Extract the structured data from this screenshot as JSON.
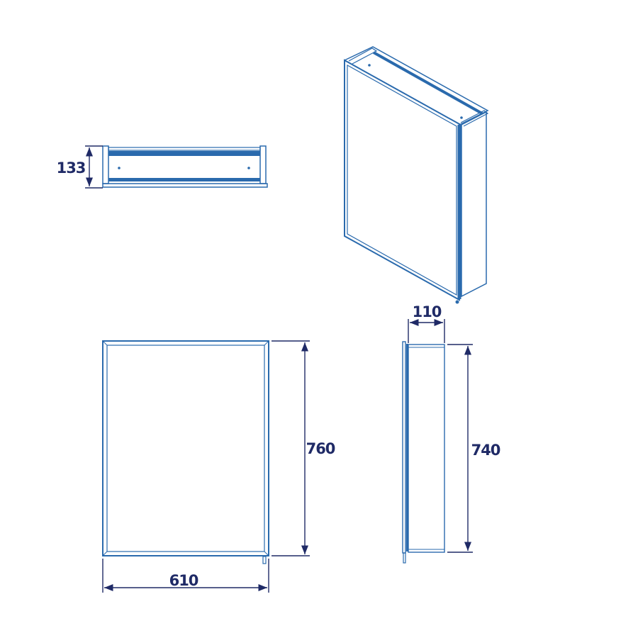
{
  "colors": {
    "outline": "#2a6aad",
    "dimension": "#1f2a66"
  },
  "dimensions": {
    "depth_top_view": "133",
    "width": "610",
    "height_front": "760",
    "depth_side": "110",
    "height_side": "740"
  }
}
